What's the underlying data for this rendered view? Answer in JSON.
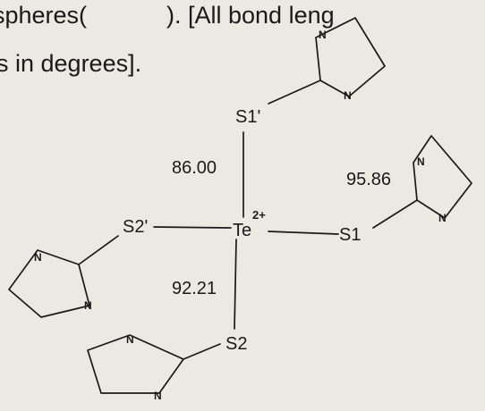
{
  "caption": {
    "line1_left": "spheres(",
    "line1_right": ").   [All bond leng",
    "line2": "s in degrees]."
  },
  "center": {
    "symbol": "Te",
    "charge": "2+"
  },
  "ligands": [
    {
      "label": "S1'"
    },
    {
      "label": "S1"
    },
    {
      "label": "S2'"
    },
    {
      "label": "S2"
    }
  ],
  "angles": [
    "86.00",
    "95.86",
    "92.21"
  ],
  "ring_atom": "N"
}
